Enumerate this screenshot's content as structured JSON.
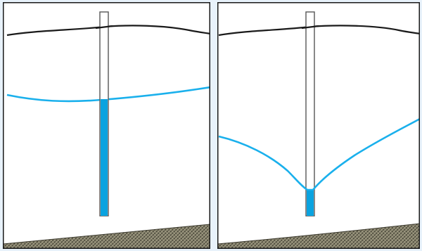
{
  "diagram": {
    "panels": [
      {
        "id": "static-water-level",
        "water_table_shape": "gently-sloping",
        "well_water_level": "high",
        "cone_of_depression": false
      },
      {
        "id": "pumping-drawdown",
        "water_table_shape": "cone-of-depression",
        "well_water_level": "low",
        "cone_of_depression": true
      }
    ],
    "colors": {
      "background": "#e8f2fb",
      "panel_fill": "#ffffff",
      "panel_border": "#1a1a1a",
      "ground_surface": "#1a1a1a",
      "water_table": "#1ab0ec",
      "water_column": "#0aa3e0",
      "well_casing": "#555555",
      "bedrock_fill": "#8a8670",
      "bedrock_hatch": "#3c3a2e"
    },
    "icons": {
      "well": "well-casing-icon",
      "bedrock": "bedrock-hatch-icon"
    }
  }
}
